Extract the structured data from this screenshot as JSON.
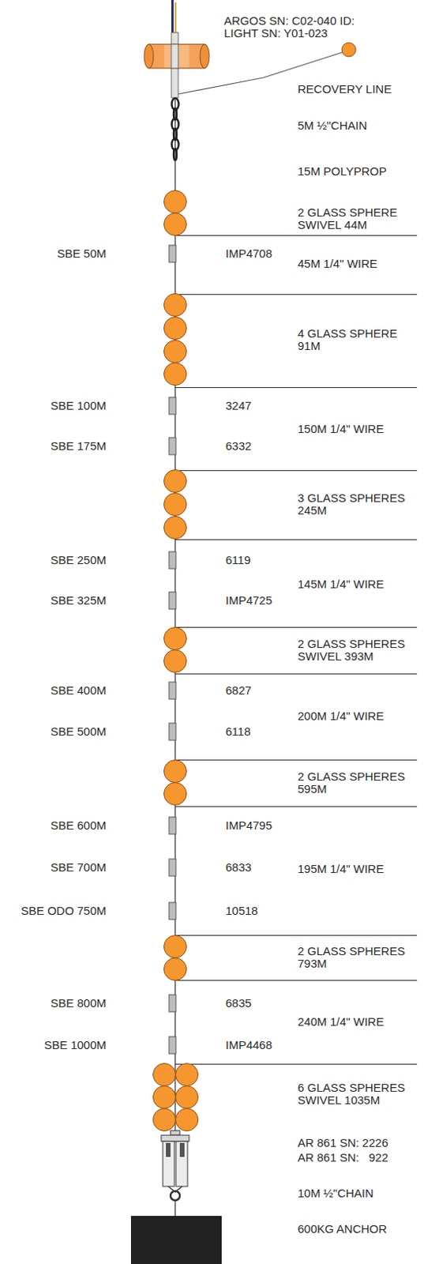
{
  "diagram": {
    "labels": [
      "ARGOS SN: C02-040 ID: LIGHT SN: Y01-023",
      "RECOVERY LINE",
      "5M ½\"CHAIN",
      "15M POLYPROP",
      "2 GLASS SPHERE SWIVEL 44M",
      "SBE 50M",
      "IMP4708",
      "45M 1/4\" WIRE",
      "4 GLASS SPHERE 91M",
      "SBE 100M",
      "3247",
      "150M 1/4\" WIRE",
      "SBE 175M",
      "6332",
      "3 GLASS SPHERES 245M",
      "SBE 250M",
      "6119",
      "145M 1/4\" WIRE",
      "SBE 325M",
      "IMP4725",
      "2 GLASS SPHERES SWIVEL 393M",
      "SBE 400M",
      "6827",
      "200M 1/4\" WIRE",
      "SBE 500M",
      "6118",
      "2 GLASS SPHERES 595M",
      "SBE 600M",
      "IMP4795",
      "SBE 700M",
      "6833",
      "195M 1/4\" WIRE",
      "SBE ODO 750M",
      "10518",
      "2 GLASS SPHERES 793M",
      "SBE 800M",
      "6835",
      "240M 1/4\" WIRE",
      "SBE 1000M",
      "IMP4468",
      "6 GLASS SPHERES SWIVEL 1035M",
      "AR 861 SN: 2226",
      "AR 861 SN:   922",
      "10M ½\"CHAIN",
      "600KG ANCHOR"
    ]
  }
}
